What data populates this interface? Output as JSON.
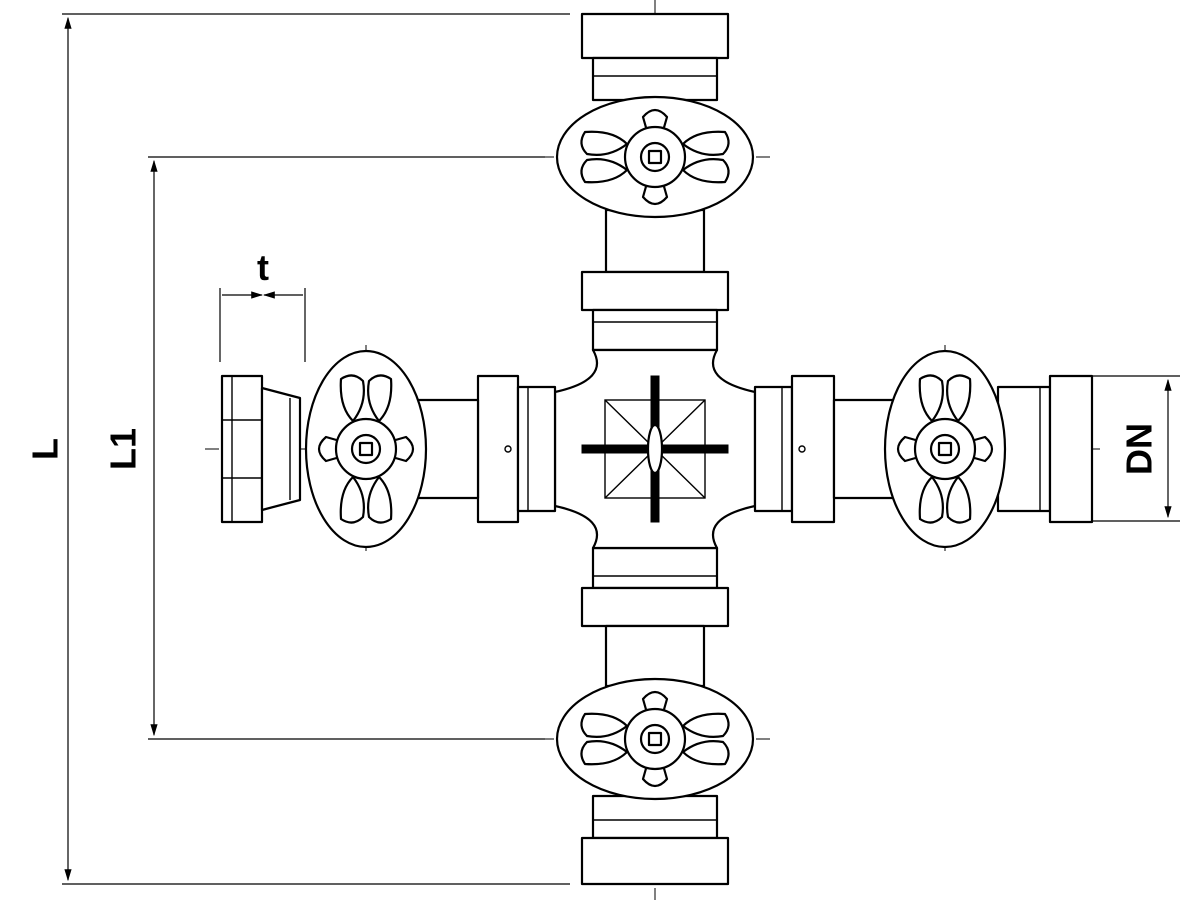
{
  "dimensions": {
    "overall_length": "L",
    "valve_spacing": "L1",
    "insertion_depth": "t",
    "nominal_diameter": "DN"
  },
  "colors": {
    "line": "#000000",
    "background": "#ffffff"
  }
}
